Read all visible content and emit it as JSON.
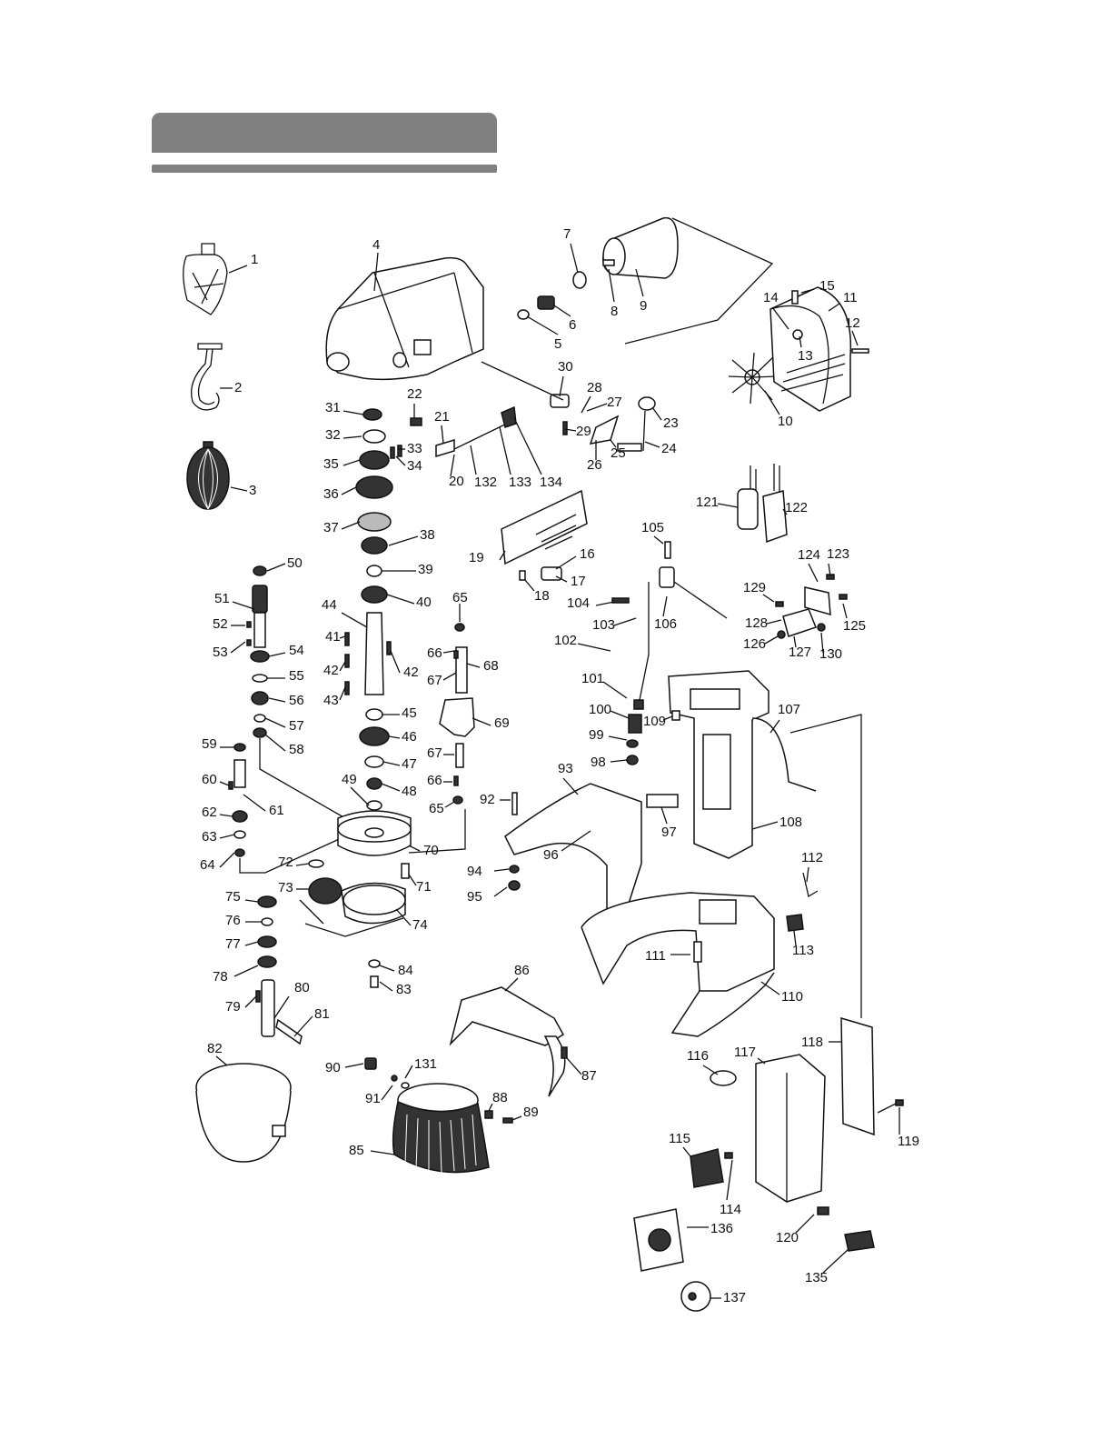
{
  "header": {
    "title": ""
  },
  "colors": {
    "header_bar": "#808080",
    "line": "#111111"
  },
  "parts": [
    {
      "n": "1"
    },
    {
      "n": "2"
    },
    {
      "n": "3"
    },
    {
      "n": "4"
    },
    {
      "n": "5"
    },
    {
      "n": "6"
    },
    {
      "n": "7"
    },
    {
      "n": "8"
    },
    {
      "n": "9"
    },
    {
      "n": "10"
    },
    {
      "n": "11"
    },
    {
      "n": "12"
    },
    {
      "n": "13"
    },
    {
      "n": "14"
    },
    {
      "n": "15"
    },
    {
      "n": "16"
    },
    {
      "n": "17"
    },
    {
      "n": "18"
    },
    {
      "n": "19"
    },
    {
      "n": "20"
    },
    {
      "n": "21"
    },
    {
      "n": "22"
    },
    {
      "n": "23"
    },
    {
      "n": "24"
    },
    {
      "n": "25"
    },
    {
      "n": "26"
    },
    {
      "n": "27"
    },
    {
      "n": "28"
    },
    {
      "n": "29"
    },
    {
      "n": "30"
    },
    {
      "n": "31"
    },
    {
      "n": "32"
    },
    {
      "n": "33"
    },
    {
      "n": "34"
    },
    {
      "n": "35"
    },
    {
      "n": "36"
    },
    {
      "n": "37"
    },
    {
      "n": "38"
    },
    {
      "n": "39"
    },
    {
      "n": "40"
    },
    {
      "n": "41"
    },
    {
      "n": "42"
    },
    {
      "n": "42"
    },
    {
      "n": "43"
    },
    {
      "n": "44"
    },
    {
      "n": "45"
    },
    {
      "n": "46"
    },
    {
      "n": "47"
    },
    {
      "n": "48"
    },
    {
      "n": "49"
    },
    {
      "n": "50"
    },
    {
      "n": "51"
    },
    {
      "n": "52"
    },
    {
      "n": "53"
    },
    {
      "n": "54"
    },
    {
      "n": "55"
    },
    {
      "n": "56"
    },
    {
      "n": "57"
    },
    {
      "n": "58"
    },
    {
      "n": "59"
    },
    {
      "n": "60"
    },
    {
      "n": "61"
    },
    {
      "n": "62"
    },
    {
      "n": "63"
    },
    {
      "n": "64"
    },
    {
      "n": "65"
    },
    {
      "n": "66"
    },
    {
      "n": "67"
    },
    {
      "n": "68"
    },
    {
      "n": "69"
    },
    {
      "n": "67"
    },
    {
      "n": "66"
    },
    {
      "n": "65"
    },
    {
      "n": "70"
    },
    {
      "n": "71"
    },
    {
      "n": "72"
    },
    {
      "n": "73"
    },
    {
      "n": "74"
    },
    {
      "n": "75"
    },
    {
      "n": "76"
    },
    {
      "n": "77"
    },
    {
      "n": "78"
    },
    {
      "n": "79"
    },
    {
      "n": "80"
    },
    {
      "n": "81"
    },
    {
      "n": "82"
    },
    {
      "n": "83"
    },
    {
      "n": "84"
    },
    {
      "n": "85"
    },
    {
      "n": "86"
    },
    {
      "n": "87"
    },
    {
      "n": "88"
    },
    {
      "n": "89"
    },
    {
      "n": "90"
    },
    {
      "n": "91"
    },
    {
      "n": "92"
    },
    {
      "n": "93"
    },
    {
      "n": "94"
    },
    {
      "n": "95"
    },
    {
      "n": "96"
    },
    {
      "n": "97"
    },
    {
      "n": "98"
    },
    {
      "n": "99"
    },
    {
      "n": "100"
    },
    {
      "n": "101"
    },
    {
      "n": "102"
    },
    {
      "n": "103"
    },
    {
      "n": "104"
    },
    {
      "n": "105"
    },
    {
      "n": "106"
    },
    {
      "n": "107"
    },
    {
      "n": "108"
    },
    {
      "n": "109"
    },
    {
      "n": "110"
    },
    {
      "n": "111"
    },
    {
      "n": "112"
    },
    {
      "n": "113"
    },
    {
      "n": "114"
    },
    {
      "n": "115"
    },
    {
      "n": "116"
    },
    {
      "n": "117"
    },
    {
      "n": "118"
    },
    {
      "n": "119"
    },
    {
      "n": "120"
    },
    {
      "n": "121"
    },
    {
      "n": "122"
    },
    {
      "n": "123"
    },
    {
      "n": "124"
    },
    {
      "n": "125"
    },
    {
      "n": "126"
    },
    {
      "n": "127"
    },
    {
      "n": "128"
    },
    {
      "n": "129"
    },
    {
      "n": "130"
    },
    {
      "n": "131"
    },
    {
      "n": "132"
    },
    {
      "n": "133"
    },
    {
      "n": "134"
    },
    {
      "n": "135"
    },
    {
      "n": "136"
    },
    {
      "n": "137"
    }
  ]
}
